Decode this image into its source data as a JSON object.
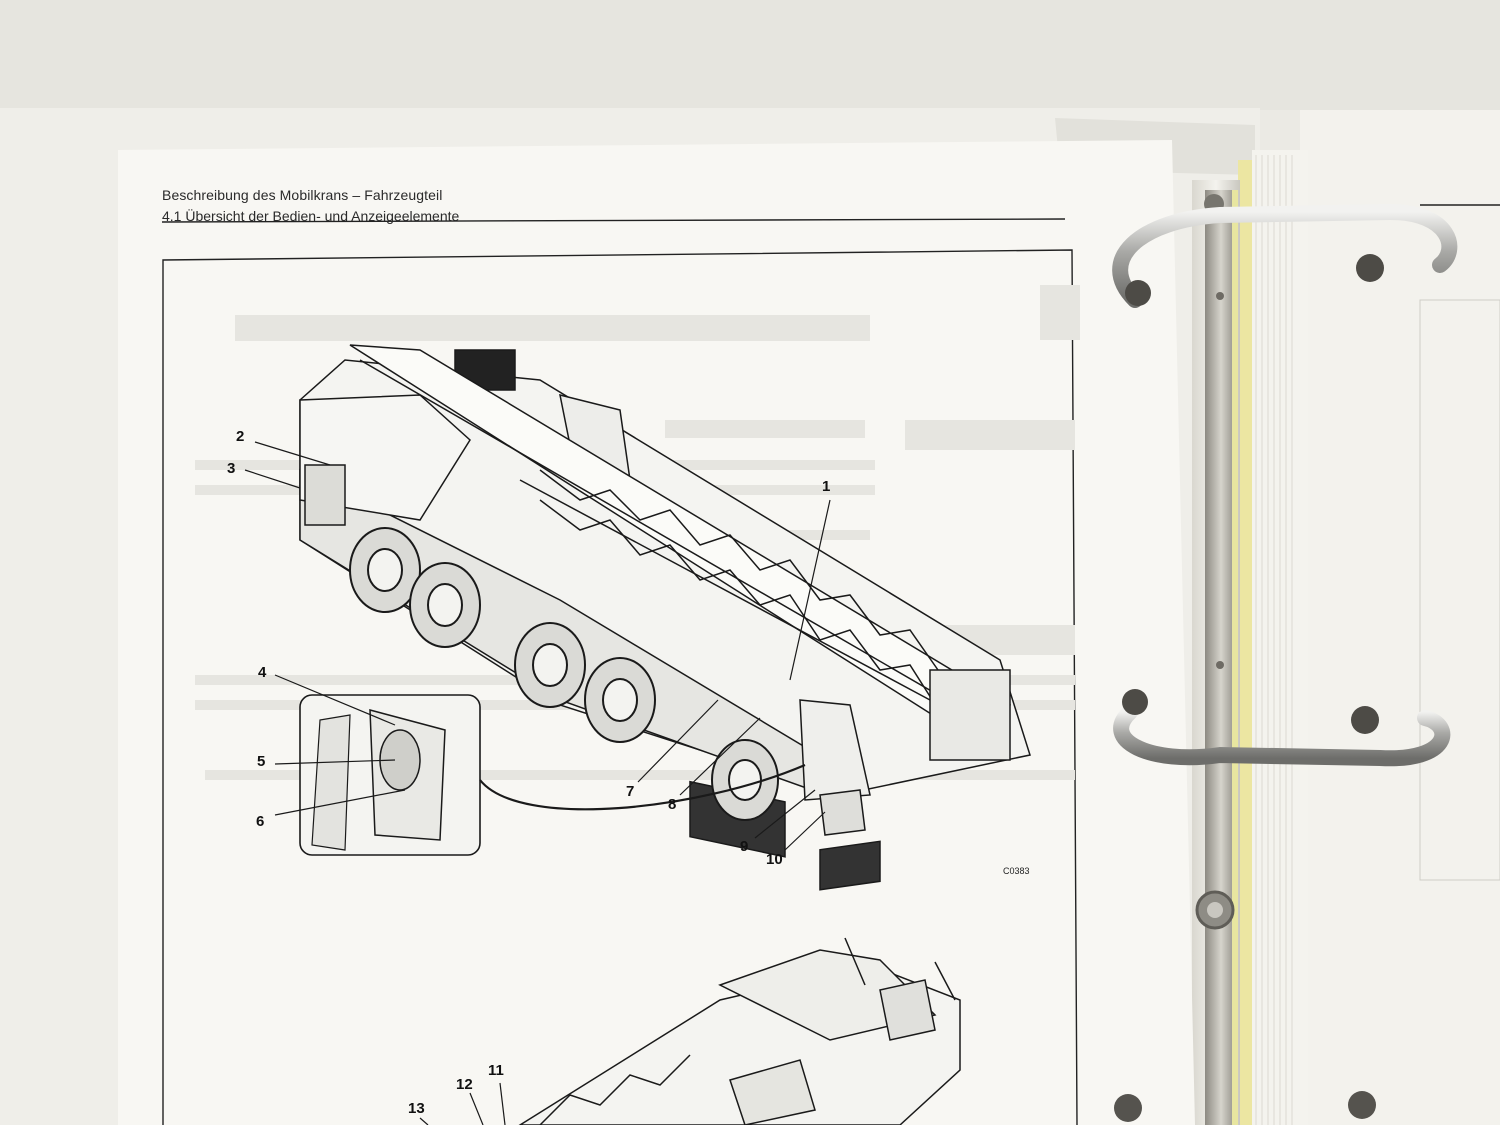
{
  "page": {
    "header": {
      "chapter": "Beschreibung des Mobilkrans – Fahrzeugteil",
      "section": "4.1 Übersicht der Bedien- und Anzeigeelemente"
    },
    "figure_top": {
      "code": "C0383",
      "callouts": [
        "1",
        "2",
        "3",
        "4",
        "5",
        "6",
        "7",
        "8",
        "9",
        "10"
      ]
    },
    "figure_bottom": {
      "callouts": [
        "11",
        "12",
        "13"
      ]
    }
  },
  "colors": {
    "background": "#e9e8e2",
    "paper": "#f7f6f2",
    "ink": "#1a1a1a",
    "ring_metal": "#b9b9b6",
    "page_edge_yellow": "#ece58a"
  }
}
